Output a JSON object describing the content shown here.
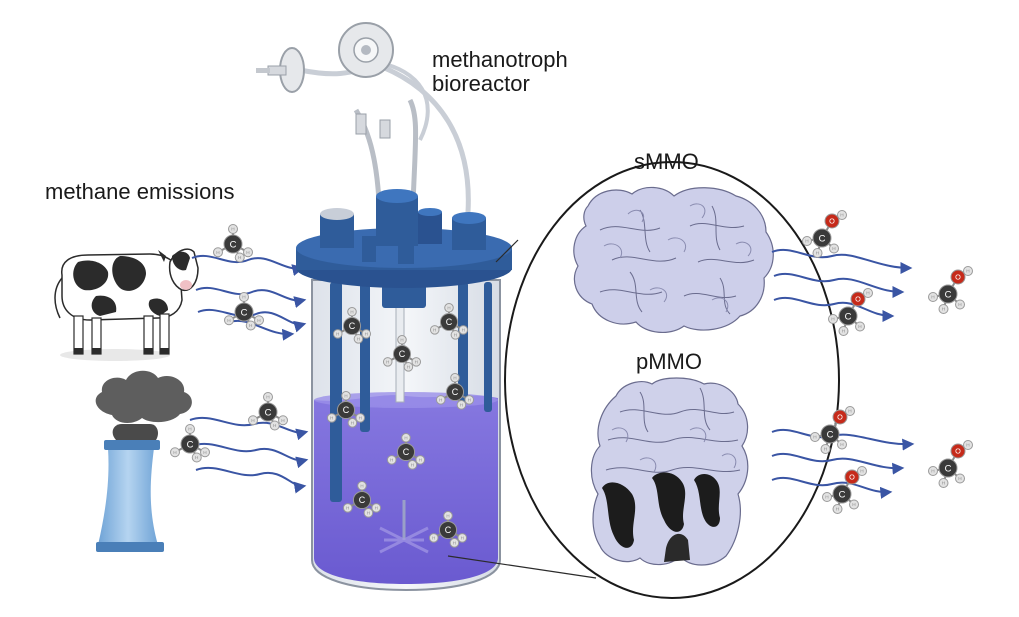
{
  "labels": {
    "emissions": "methane emissions",
    "bioreactor_line1": "methanotroph",
    "bioreactor_line2": "bioreactor",
    "smmo": "sMMO",
    "pmmo": "pMMO"
  },
  "molecules": {
    "methane": {
      "center_atom": "C",
      "bonded_atom": "H"
    },
    "methanol": {
      "center_atom": "C",
      "oxygen_atom": "O",
      "bonded_atom": "H"
    }
  },
  "colors": {
    "background": "#ffffff",
    "reactor_cap": "#2f5c9a",
    "reactor_liquid": "#7766d8",
    "arrow": "#3a55a4",
    "carbon": "#3a3a3a",
    "oxygen": "#c62a1a",
    "hydrogen": "#e2e2e2",
    "protein_smmo": "#c9cbe8",
    "protein_pmmo": "#cfd1ea",
    "smokestack": "#8fbbe3",
    "smoke": "#5e5e5e"
  }
}
